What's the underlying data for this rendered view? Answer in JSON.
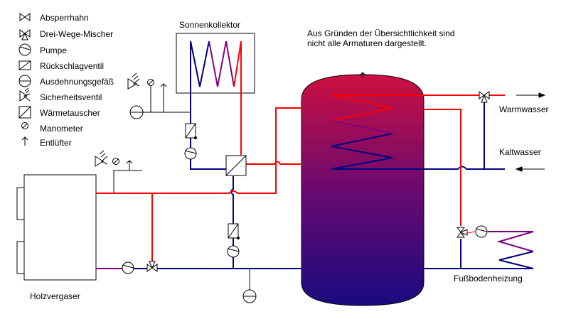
{
  "legend": {
    "items": [
      {
        "icon": "shutoff-valve-icon",
        "label": "Absperrhahn"
      },
      {
        "icon": "three-way-mixer-icon",
        "label": "Drei-Wege-Mischer"
      },
      {
        "icon": "pump-icon",
        "label": "Pumpe"
      },
      {
        "icon": "check-valve-icon",
        "label": "Rückschlagventil"
      },
      {
        "icon": "expansion-vessel-icon",
        "label": "Ausdehnungsgefäß"
      },
      {
        "icon": "safety-valve-icon",
        "label": "Sicherheitsventil"
      },
      {
        "icon": "heat-exchanger-icon",
        "label": "Wärmetauscher"
      },
      {
        "icon": "manometer-icon",
        "label": "Manometer"
      },
      {
        "icon": "air-vent-icon",
        "label": "Entlüfter"
      }
    ]
  },
  "labels": {
    "collector": "Sonnenkollektor",
    "note_line1": "Aus Gründen der Übersichtlichkeit sind",
    "note_line2": "nicht alle Armaturen dargestellt.",
    "hot_water": "Warmwasser",
    "cold_water": "Kaltwasser",
    "floor_heating": "Fußbodenheizung",
    "boiler": "Holzvergaser"
  },
  "colors": {
    "hot_pipe": "#ff0000",
    "cold_pipe": "#000080",
    "mid_pipe": "#800080",
    "tank_top": "#cc1040",
    "tank_bottom": "#1a0a80"
  }
}
